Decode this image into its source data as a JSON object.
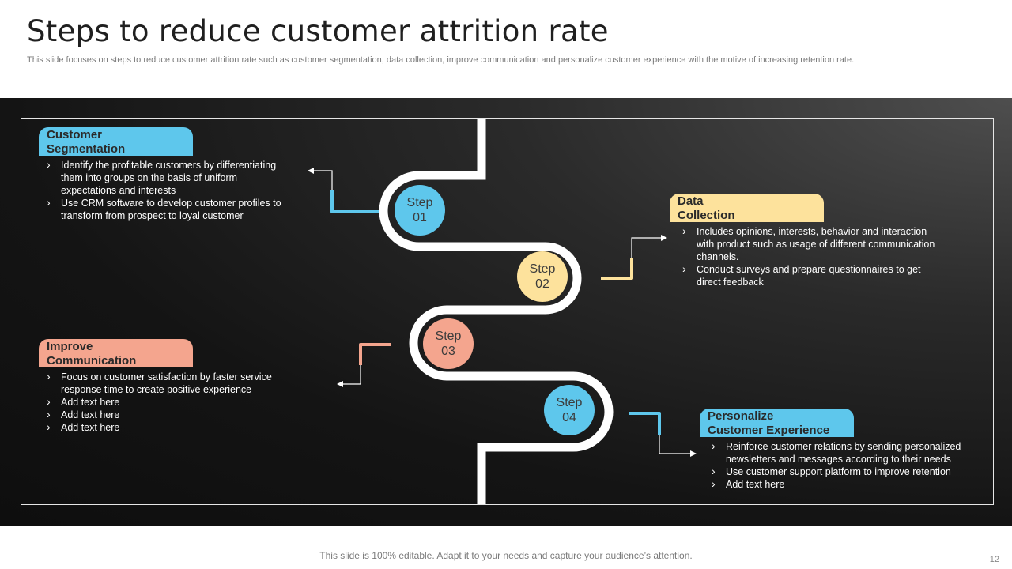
{
  "slide": {
    "title": "Steps to reduce customer attrition rate",
    "subtitle": "This slide focuses on steps to reduce customer attrition rate such as customer segmentation, data collection, improve communication and personalize customer experience with the motive of increasing retention rate.",
    "footer": "This slide is 100% editable. Adapt it to your needs and capture your audience’s attention.",
    "page_number": "12"
  },
  "colors": {
    "blue": "#5ec7ec",
    "yellow": "#fde29c",
    "salmon": "#f4a58e"
  },
  "steps": [
    {
      "circle_line1": "Step",
      "circle_line2": "01",
      "tab_line1": "Customer",
      "tab_line2": "Segmentation",
      "bullets": [
        "Identify the profitable customers by differentiating them into groups on the basis of uniform expectations and interests",
        "Use CRM software to develop customer profiles to transform from prospect to loyal customer"
      ]
    },
    {
      "circle_line1": "Step",
      "circle_line2": "02",
      "tab_line1": "Data",
      "tab_line2": "Collection",
      "bullets": [
        "Includes opinions, interests, behavior  and interaction with product such as usage of different communication channels.",
        "Conduct surveys and prepare questionnaires to get direct feedback"
      ]
    },
    {
      "circle_line1": "Step",
      "circle_line2": "03",
      "tab_line1": "Improve",
      "tab_line2": "Communication",
      "bullets": [
        "Focus on customer satisfaction by faster service response time to create positive experience",
        "Add text here",
        "Add text here",
        "Add text here"
      ]
    },
    {
      "circle_line1": "Step",
      "circle_line2": "04",
      "tab_line1": "Personalize",
      "tab_line2": "Customer Experience",
      "bullets": [
        "Reinforce customer relations by sending personalized newsletters and messages according to their needs",
        "Use customer support platform to improve  retention",
        "Add text here"
      ]
    }
  ]
}
